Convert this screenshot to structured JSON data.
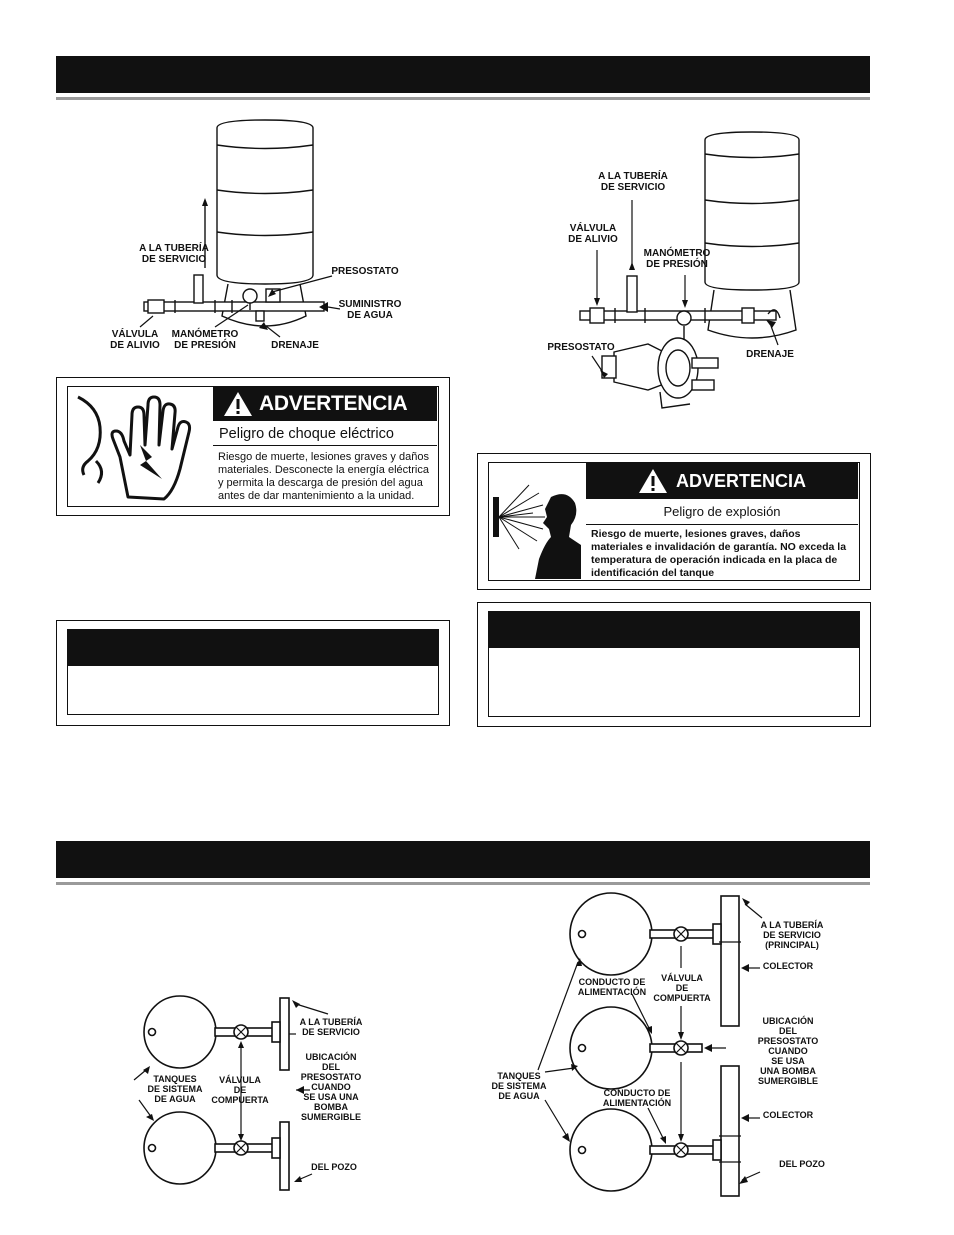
{
  "fig1": {
    "service_line": [
      "A LA TUBERÍA",
      "DE SERVICIO"
    ],
    "pressure_switch": "PRESOSTATO",
    "water_supply": [
      "SUMINISTRO",
      "DE AGUA"
    ],
    "relief_valve": [
      "VÁLVULA",
      "DE ALIVIO"
    ],
    "gauge": [
      "MANÓMETRO",
      "DE PRESIÓN"
    ],
    "drain": "DRENAJE"
  },
  "fig2": {
    "service_line": [
      "A LA TUBERÍA",
      "DE SERVICIO"
    ],
    "relief_valve": [
      "VÁLVULA",
      "DE ALIVIO"
    ],
    "gauge": [
      "MANÓMETRO",
      "DE PRESIÓN"
    ],
    "pressure_switch": "PRESOSTATO",
    "drain": "DRENAJE"
  },
  "warning_shock": {
    "title": "ADVERTENCIA",
    "subtitle": "Peligro de choque eléctrico",
    "body": [
      "Riesgo de muerte, lesiones graves y daños",
      "materiales. Desconecte la energía eléctrica",
      "y permita la descarga de presión del agua",
      "antes de dar mantenimiento a la unidad."
    ]
  },
  "warning_explosion": {
    "title": "ADVERTENCIA",
    "subtitle": "Peligro de explosión",
    "body": [
      "Riesgo de muerte, lesiones graves, daños",
      "materiales e invalidación de garantía. NO exceda la",
      "temperatura de operación indicada en la placa de",
      "identificación del tanque"
    ]
  },
  "fig3": {
    "service_line": [
      "A LA TUBERÍA",
      "DE SERVICIO"
    ],
    "tanks": [
      "TANQUES",
      "DE SISTEMA",
      "DE AGUA"
    ],
    "gate_valve": [
      "VÁLVULA",
      "DE",
      "COMPUERTA"
    ],
    "switch_location": [
      "UBICACIÓN",
      "DEL",
      "PRESOSTATO",
      "CUANDO",
      "SE USA UNA",
      "BOMBA",
      "SUMERGIBLE"
    ],
    "from_well": "DEL POZO"
  },
  "fig4": {
    "service_line": [
      "A LA TUBERÍA",
      "DE SERVICIO",
      "(PRINCIPAL)"
    ],
    "manifold_top": "COLECTOR",
    "feed_top": [
      "CONDUCTO DE",
      "ALIMENTACIÓN"
    ],
    "gate_valve": [
      "VÁLVULA",
      "DE",
      "COMPUERTA"
    ],
    "switch_location": [
      "UBICACIÓN",
      "DEL",
      "PRESOSTATO",
      "CUANDO",
      "SE USA",
      "UNA BOMBA",
      "SUMERGIBLE"
    ],
    "tanks": [
      "TANQUES",
      "DE SISTEMA",
      "DE AGUA"
    ],
    "feed_bottom": [
      "CONDUCTO DE",
      "ALIMENTACIÓN"
    ],
    "manifold_bottom": "COLECTOR",
    "from_well": "DEL POZO"
  }
}
